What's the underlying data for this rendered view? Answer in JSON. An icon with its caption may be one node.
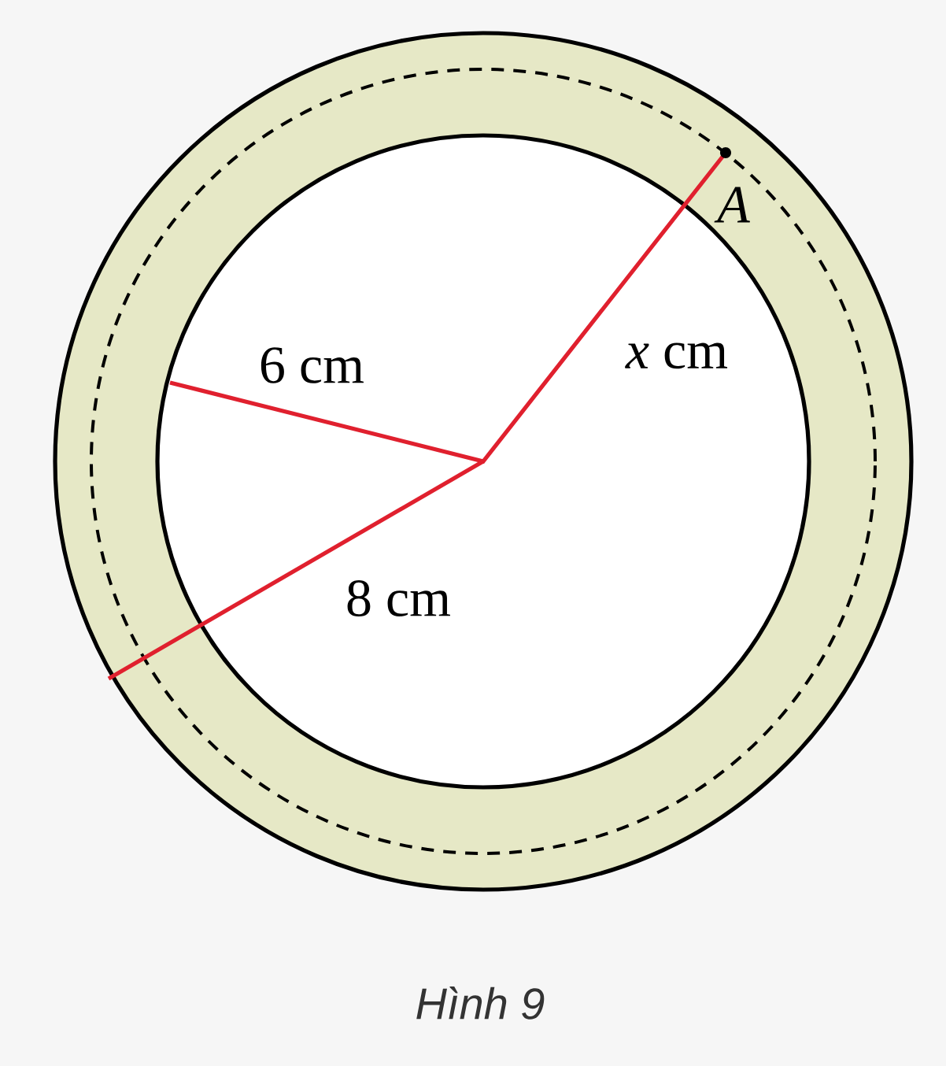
{
  "diagram": {
    "caption": "Hình 9",
    "labels": [
      "6 cm",
      "*x* cm",
      "8 cm",
      "A"
    ]
  }
}
